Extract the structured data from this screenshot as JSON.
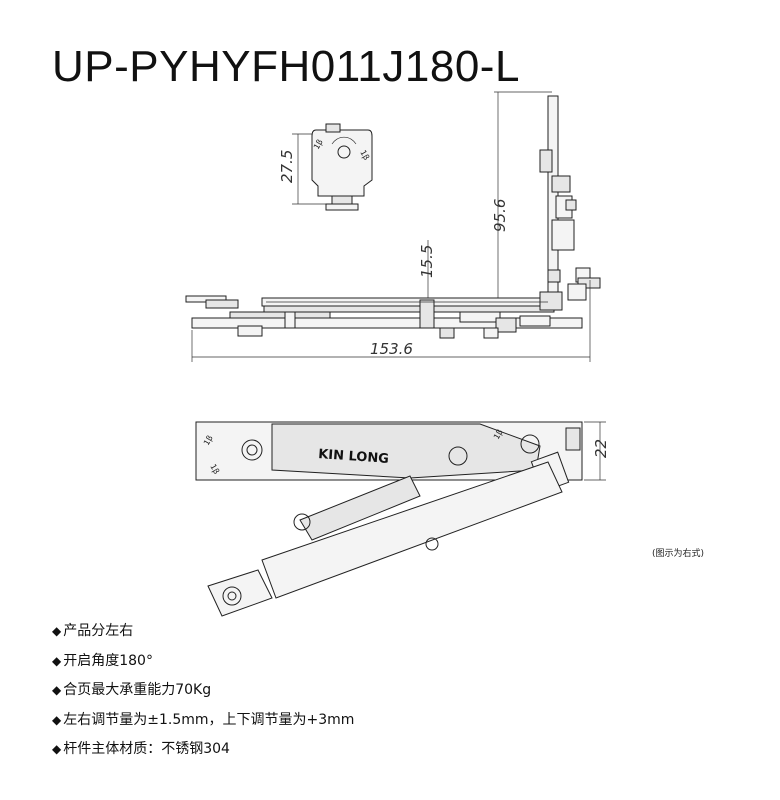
{
  "title": "UP-PYHYFH011J180-L",
  "dimensions": {
    "side_height": "27.5",
    "vertical_length": "95.6",
    "arm_offset": "15.5",
    "horizontal_length": "153.6",
    "body_thickness": "22"
  },
  "brand_logo": "KIN LONG",
  "image_note": "(图示为右式)",
  "specs": [
    "产品分左右",
    "开启角度180°",
    "合页最大承重能力70Kg",
    "左右调节量为±1.5mm，上下调节量为+3mm",
    "杆件主体材质：不锈钢304"
  ],
  "bullet_symbol": "◆"
}
